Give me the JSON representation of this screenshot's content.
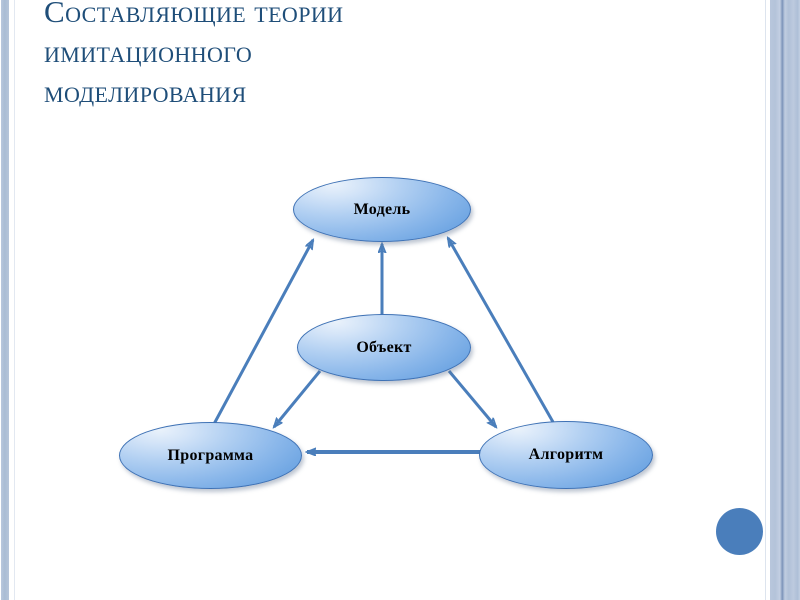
{
  "slide": {
    "title": "Составляющие теории\nимитационного\nмоделирования",
    "title_color": "#1f4e79",
    "background_color": "#ffffff"
  },
  "decor": {
    "left_bar": "left-accent-bar",
    "right_band": "right-accent-band",
    "bullet_circle_color": "#4a7ebb"
  },
  "diagram": {
    "type": "cycle-diagram",
    "node_fill_light": "#e9f1fb",
    "node_fill_dark": "#5b96dd",
    "node_border_color": "#3f72b5",
    "edge_color": "#4a7ebb",
    "nodes": [
      {
        "id": "model",
        "label": "Модель"
      },
      {
        "id": "object",
        "label": "Объект"
      },
      {
        "id": "program",
        "label": "Программа"
      },
      {
        "id": "algorithm",
        "label": "Алгоритм"
      }
    ],
    "edges": [
      {
        "from": "program",
        "to": "model",
        "direction": "up-right"
      },
      {
        "from": "algorithm",
        "to": "model",
        "direction": "up-left"
      },
      {
        "from": "object",
        "to": "model",
        "direction": "up"
      },
      {
        "from": "object",
        "to": "program",
        "direction": "down-left"
      },
      {
        "from": "object",
        "to": "algorithm",
        "direction": "down-right"
      },
      {
        "from": "algorithm",
        "to": "program",
        "direction": "left"
      }
    ]
  }
}
